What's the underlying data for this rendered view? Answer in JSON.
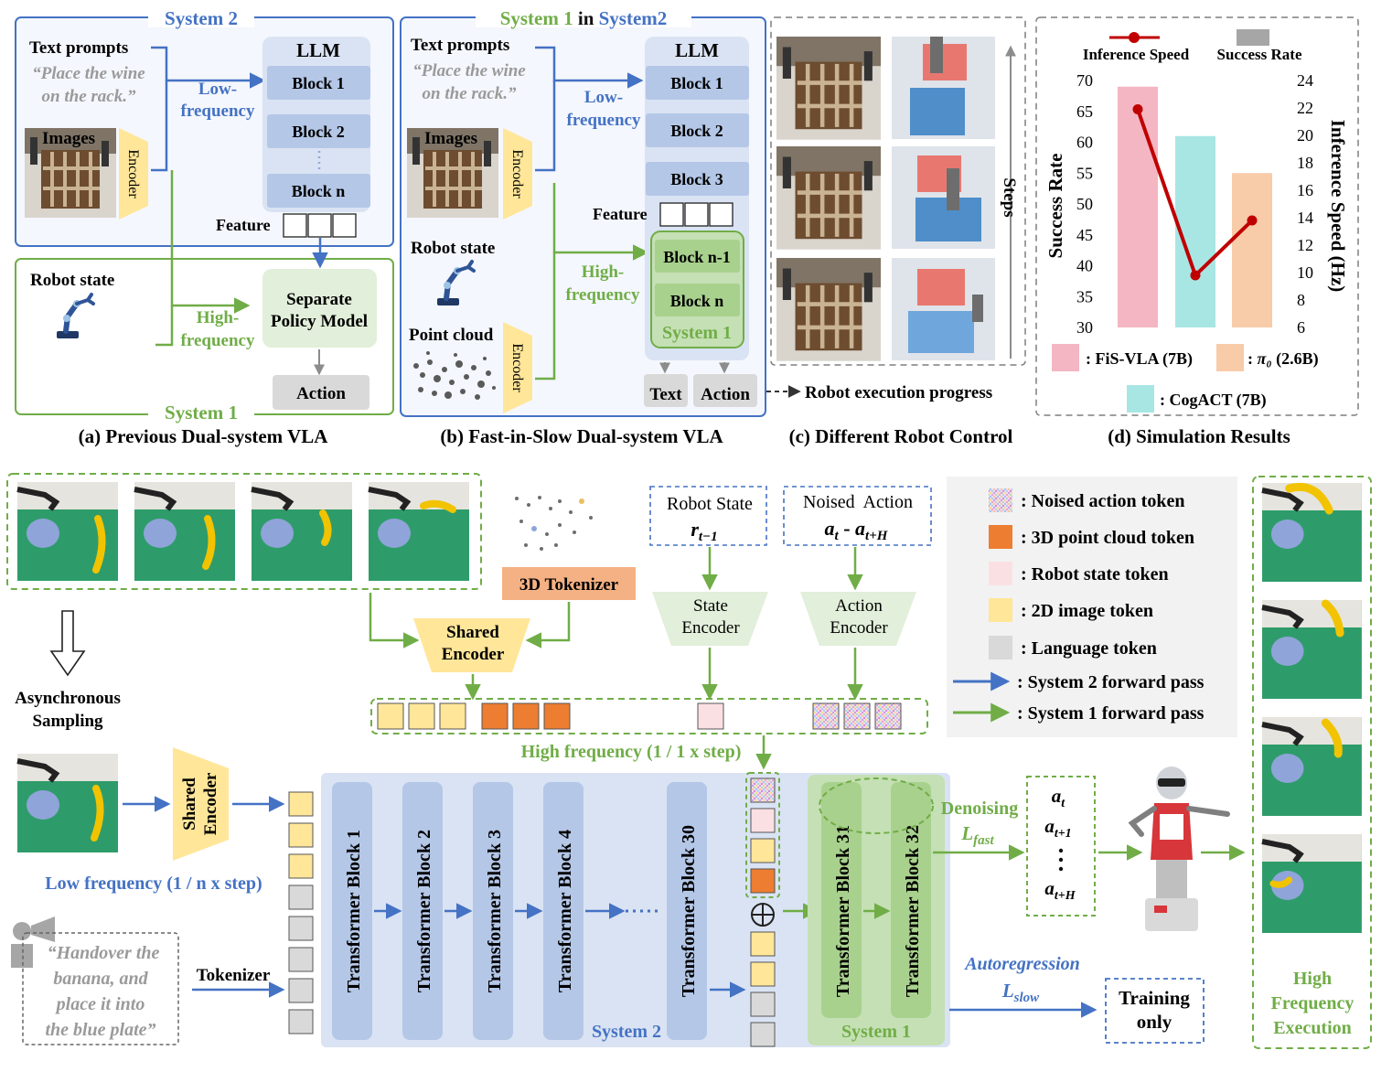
{
  "colors": {
    "system2_blue": "#4472c4",
    "system1_green": "#70ad47",
    "block_blue": "#b4c7e7",
    "block_green": "#a9d18e",
    "encoder_yellow": "#ffe699",
    "tokenizer_orange": "#f4b183",
    "action_grey": "#d0d0d0",
    "line_red": "#c00000"
  },
  "panel_a": {
    "system2_title": "System 2",
    "system1_title": "System 1",
    "text_prompts": "Text prompts",
    "prompt_line1": "“Place the wine",
    "prompt_line2": "on the rack.”",
    "images": "Images",
    "encoder": "Encoder",
    "low_freq_1": "Low-",
    "low_freq_2": "frequency",
    "llm": "LLM",
    "block1": "Block 1",
    "block2": "Block 2",
    "blockn": "Block n",
    "feature": "Feature",
    "robot_state": "Robot state",
    "high_freq_1": "High-",
    "high_freq_2": "frequency",
    "policy_1": "Separate",
    "policy_2": "Policy Model",
    "action": "Action",
    "caption": "(a) Previous Dual-system VLA"
  },
  "panel_b": {
    "title_sys1": "System 1",
    "title_in": "in",
    "title_sys2": "System2",
    "text_prompts": "Text prompts",
    "prompt_line1": "“Place the wine",
    "prompt_line2": "on the rack.”",
    "images": "Images",
    "encoder": "Encoder",
    "robot_state": "Robot state",
    "point_cloud": "Point cloud",
    "low_freq_1": "Low-",
    "low_freq_2": "frequency",
    "high_freq_1": "High-",
    "high_freq_2": "frequency",
    "llm": "LLM",
    "block1": "Block 1",
    "block2": "Block 2",
    "block3": "Block 3",
    "feature": "Feature",
    "blockn1": "Block n-1",
    "blockn": "Block n",
    "system1": "System 1",
    "text_out": "Text",
    "action_out": "Action",
    "caption": "(b) Fast-in-Slow Dual-system VLA"
  },
  "panel_c": {
    "steps": "Steps",
    "progress": "Robot execution progress",
    "caption": "(c) Different Robot Control"
  },
  "panel_d": {
    "caption": "(d) Simulation Results"
  },
  "chart_data": {
    "type": "bar",
    "categories": [
      "FiS-VLA (7B)",
      "CogACT (7B)",
      "π₀ (2.6B)"
    ],
    "series": [
      {
        "name": "Success Rate",
        "type": "bar",
        "axis": "left",
        "values": [
          69,
          61,
          55
        ]
      },
      {
        "name": "Inference Speed",
        "type": "line",
        "axis": "right",
        "values": [
          21.9,
          9.8,
          13.8
        ]
      }
    ],
    "bar_colors": [
      "#f4b6c2",
      "#a8e6e4",
      "#f8cba9"
    ],
    "legend_labels": [
      ": FiS-VLA (7B)",
      ": CogACT (7B)"
    ],
    "legend_pi_label": "π₀",
    "legend_pi_size": "(2.6B)",
    "legend_colon": ":",
    "ylabel_left": "Success Rate",
    "ylabel_right": "Inference Speed (Hz)",
    "ylim_left": [
      30,
      70
    ],
    "yticks_left": [
      "30",
      "35",
      "40",
      "45",
      "50",
      "55",
      "60",
      "65",
      "70"
    ],
    "ylim_right": [
      6,
      24
    ],
    "yticks_right": [
      "6",
      "8",
      "10",
      "12",
      "14",
      "16",
      "18",
      "20",
      "22",
      "24"
    ],
    "legend": {
      "line": "Inference Speed",
      "bar": "Success Rate"
    },
    "grid": false
  },
  "bottom": {
    "async_1": "Asynchronous",
    "async_2": "Sampling",
    "tokenizer_3d": "3D Tokenizer",
    "shared_encoder_1": "Shared",
    "shared_encoder_2": "Encoder",
    "robot_state": "Robot State",
    "robot_state_sym": "r",
    "robot_state_sub": "t−1",
    "noised_action": "Noised  Action",
    "noised_action_a1": "a",
    "noised_action_s1": "t",
    "noised_action_dash": " - ",
    "noised_action_a2": "a",
    "noised_action_s2": "t+H",
    "state_encoder_1": "State",
    "state_encoder_2": "Encoder",
    "action_encoder_1": "Action",
    "action_encoder_2": "Encoder",
    "high_frequency": "High frequency (1 / 1 x step)",
    "low_frequency": "Low frequency (1 / n x step)",
    "shared_encoder_v1": "Shared",
    "shared_encoder_v2": "Encoder",
    "tokenizer": "Tokenizer",
    "instruction": [
      "“Handover the",
      "banana, and",
      "place it into",
      "the blue plate”"
    ],
    "blocks": [
      "Transformer Block 1",
      "Transformer Block 2",
      "Transformer Block 3",
      "Transformer Block 4",
      "Transformer Block 30"
    ],
    "blocks_fast": [
      "Transformer Block 31",
      "Transformer Block 32"
    ],
    "system2": "System 2",
    "system1": "System 1",
    "denoising": "Denoising",
    "l_fast_l": "L",
    "l_fast_sub": "fast",
    "autoregression": "Autoregression",
    "l_slow_l": "L",
    "l_slow_sub": "slow",
    "actions": [
      {
        "a": "a",
        "sub": "t"
      },
      {
        "a": "a",
        "sub": "t+1"
      },
      {
        "a": "a",
        "sub": "t+H"
      }
    ],
    "training_1": "Training",
    "training_2": "only",
    "high_freq_exec": [
      "High",
      "Frequency",
      "Execution"
    ]
  },
  "legend_tokens": [
    {
      "label": ": Noised action token",
      "kind": "noised"
    },
    {
      "label": ": 3D point cloud token",
      "color": "#ed7d31"
    },
    {
      "label": ": Robot state token",
      "color": "#fbe0e3"
    },
    {
      "label": ": 2D image token",
      "color": "#ffe699"
    },
    {
      "label": ": Language token",
      "color": "#d9d9d9"
    }
  ],
  "legend_passes": [
    {
      "label": ": System 2 forward pass",
      "color": "#4472c4"
    },
    {
      "label": ": System 1 forward pass",
      "color": "#70ad47"
    }
  ]
}
